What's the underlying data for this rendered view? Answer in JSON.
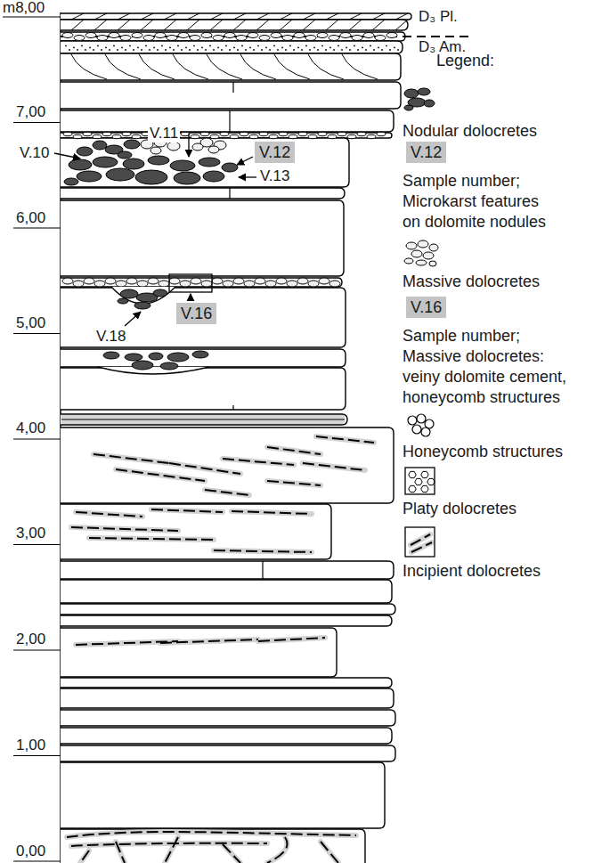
{
  "diagram": {
    "nodes": [
      {
        "text": [
          "V.12"
        ]
      },
      {
        "text": [
          "V.12"
        ]
      },
      {
        "text": [
          "V.16"
        ]
      },
      {
        "text": [
          "V.16"
        ]
      }
    ],
    "labels": [
      "m8,00",
      "D₃ Pl.",
      "D₃ Am.",
      "Legend:",
      "7,00",
      "V.11",
      "V.10",
      "V.13",
      "6,00",
      "5,00",
      "V.18",
      "4,00",
      "3,00",
      "2,00",
      "1,00",
      "0,00"
    ],
    "legend": [
      {
        "text": "Nodular dolocretes"
      },
      {
        "text": "Sample number; Microkarst features on dolomite nodules"
      },
      {
        "text": "Massive dolocretes"
      },
      {
        "text": "Sample number; Massive dolocretes: veiny dolomite cement, honeycomb structures"
      },
      {
        "text": "Honeycomb structures"
      },
      {
        "text": "Platy dolocretes"
      },
      {
        "text": "Incipient dolocretes"
      }
    ]
  }
}
